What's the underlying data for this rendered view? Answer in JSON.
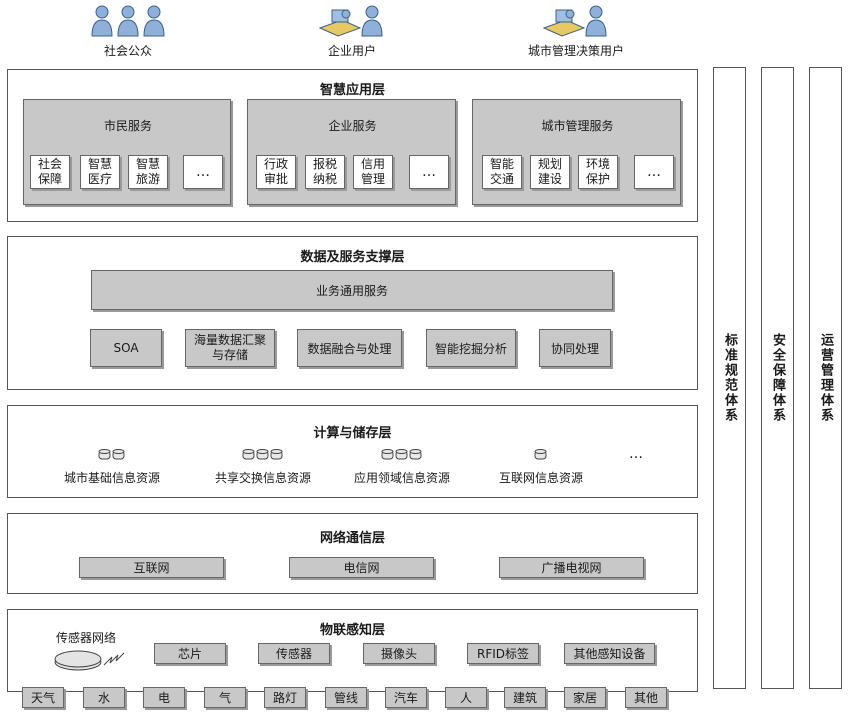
{
  "users": [
    {
      "label": "社会公众",
      "icon": "people-group-icon"
    },
    {
      "label": "企业用户",
      "icon": "business-user-icon"
    },
    {
      "label": "城市管理决策用户",
      "icon": "decision-user-icon"
    }
  ],
  "app_layer": {
    "title": "智慧应用层",
    "groups": [
      {
        "title": "市民服务",
        "items": [
          "社会保障",
          "智慧医疗",
          "智慧旅游",
          "…"
        ]
      },
      {
        "title": "企业服务",
        "items": [
          "行政审批",
          "报税纳税",
          "信用管理",
          "…"
        ]
      },
      {
        "title": "城市管理服务",
        "items": [
          "智能交通",
          "规划建设",
          "环境保护",
          "…"
        ]
      }
    ]
  },
  "support_layer": {
    "title": "数据及服务支撑层",
    "common": "业务通用服务",
    "items": [
      "SOA",
      "海量数据汇聚与存储",
      "数据融合与处理",
      "智能挖掘分析",
      "协同处理"
    ]
  },
  "compute_layer": {
    "title": "计算与储存层",
    "items": [
      "城市基础信息资源",
      "共享交换信息资源",
      "应用领域信息资源",
      "互联网信息资源"
    ],
    "more": "…"
  },
  "network_layer": {
    "title": "网络通信层",
    "items": [
      "互联网",
      "电信网",
      "广播电视网"
    ]
  },
  "iot_layer": {
    "title": "物联感知层",
    "sensor_network": "传感器网络",
    "devices": [
      "芯片",
      "传感器",
      "摄像头",
      "RFID标签",
      "其他感知设备"
    ],
    "objects": [
      "天气",
      "水",
      "电",
      "气",
      "路灯",
      "管线",
      "汽车",
      "人",
      "建筑",
      "家居",
      "其他"
    ]
  },
  "side_systems": [
    "标准规范体系",
    "安全保障体系",
    "运营管理体系"
  ]
}
